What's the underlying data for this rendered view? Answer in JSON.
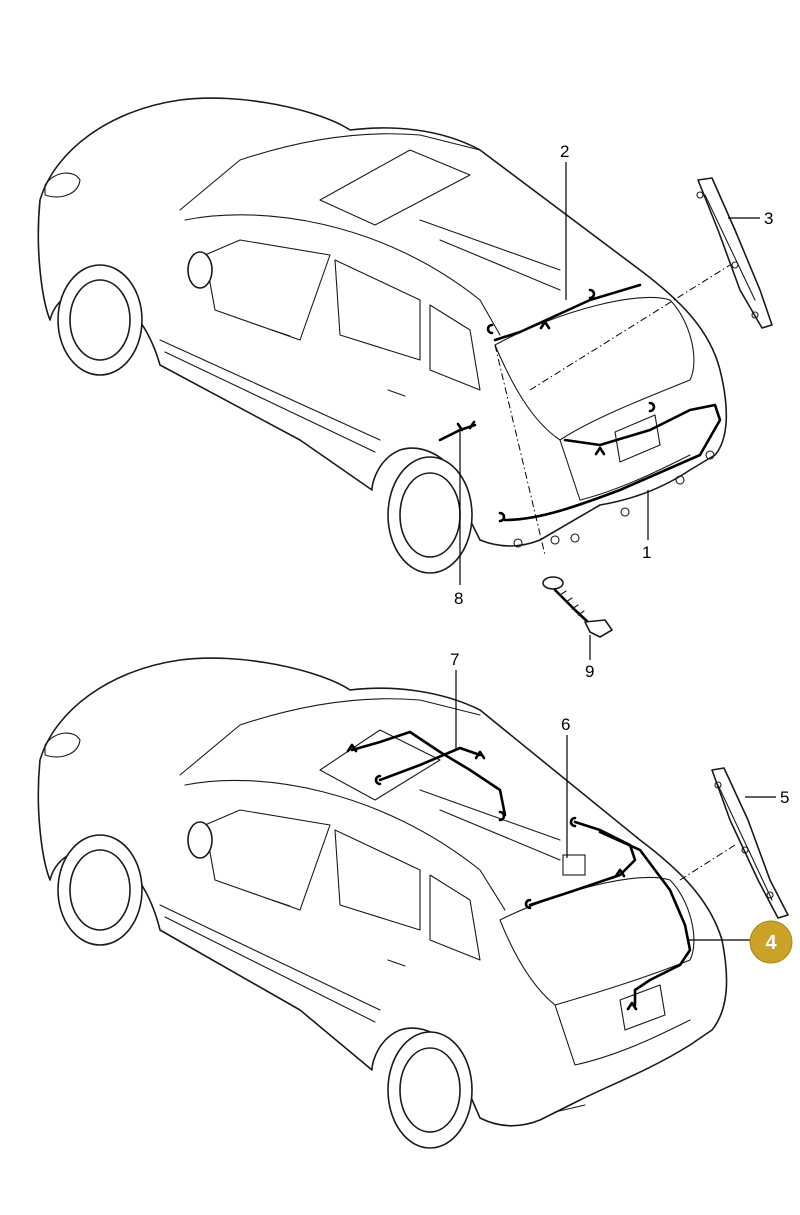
{
  "labels": {
    "l1": "1",
    "l2": "2",
    "l3": "3",
    "l4": "4",
    "l5": "5",
    "l6": "6",
    "l7": "7",
    "l8": "8",
    "l9": "9"
  },
  "colors": {
    "highlight": "#c9a227",
    "line": "#1a1a1a",
    "background": "#ffffff"
  }
}
